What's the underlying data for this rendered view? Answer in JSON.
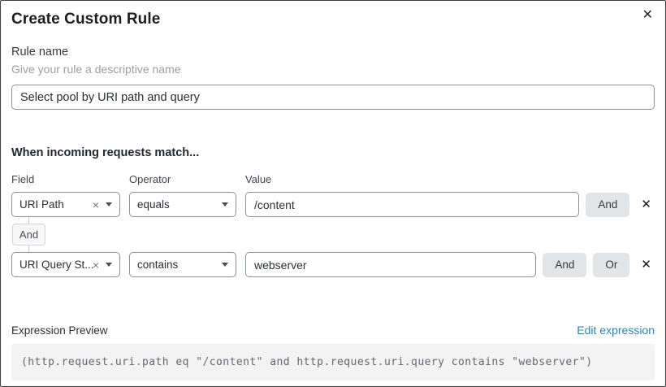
{
  "modal": {
    "title": "Create Custom Rule"
  },
  "icons": {
    "close": "✕",
    "remove_condition": "✕",
    "clear_selection": "×"
  },
  "rule_name": {
    "label": "Rule name",
    "helper": "Give your rule a descriptive name",
    "value": "Select pool by URI path and query"
  },
  "match": {
    "heading": "When incoming requests match...",
    "columns": {
      "field": "Field",
      "operator": "Operator",
      "value": "Value"
    },
    "rows": [
      {
        "field": "URI Path",
        "operator": "equals",
        "value": "/content",
        "and_label": "And"
      },
      {
        "field": "URI Query St...",
        "operator": "contains",
        "value": "webserver",
        "and_label": "And",
        "or_label": "Or"
      }
    ],
    "connector": "And"
  },
  "expression": {
    "label": "Expression Preview",
    "edit_link": "Edit expression",
    "code": "(http.request.uri.path eq \"/content\" and http.request.uri.query contains \"webserver\")"
  },
  "colors": {
    "link_blue": "#2f84b5",
    "button_gray": "#e3e4e5",
    "border_gray": "#8d9196",
    "code_background": "#f3f3f4",
    "helper_text": "#9b9ea3"
  }
}
